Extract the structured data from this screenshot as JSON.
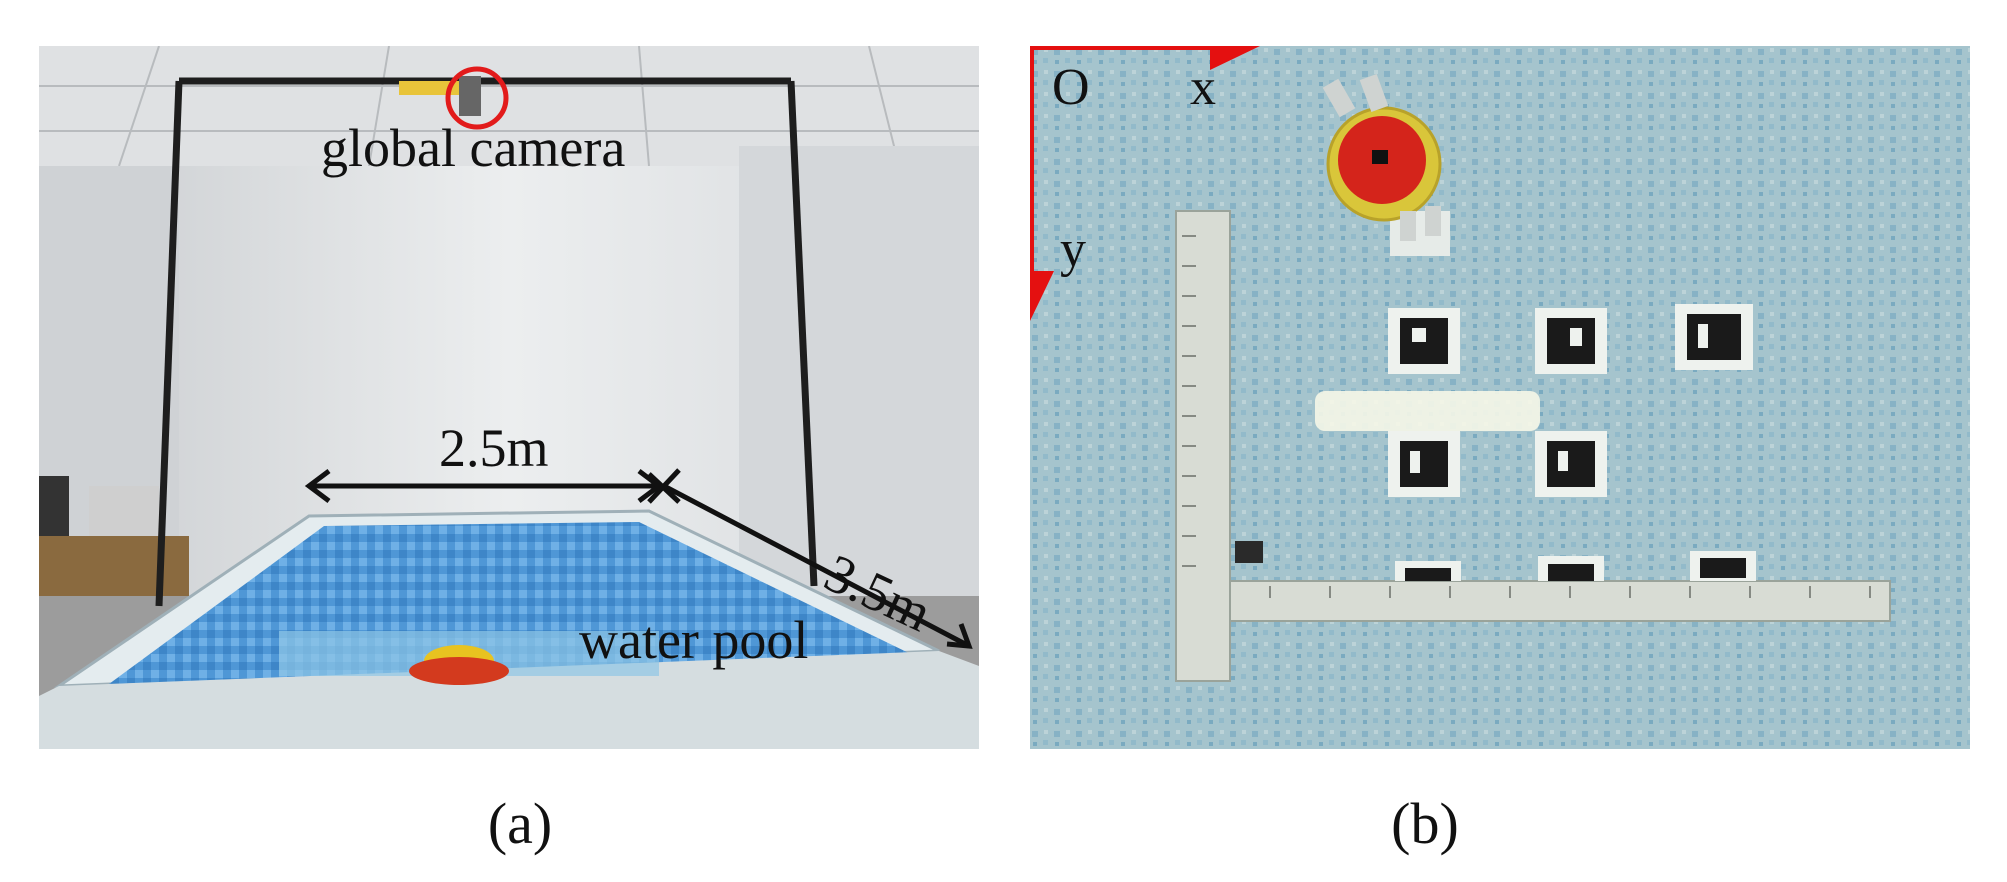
{
  "figure": {
    "panel_a": {
      "caption": "(a)",
      "labels": {
        "camera": "global camera",
        "width": "2.5m",
        "length": "3.5m",
        "pool": "water pool"
      }
    },
    "panel_b": {
      "caption": "(b)",
      "axes": {
        "origin": "O",
        "x": "x",
        "y": "y"
      }
    }
  },
  "colors": {
    "wall": "#e6e8ea",
    "pool_water": "#5aa0d8",
    "floor_tile": "#a9c9db",
    "arrow_red": "#e41010",
    "marker_black": "#1a1a1a"
  }
}
